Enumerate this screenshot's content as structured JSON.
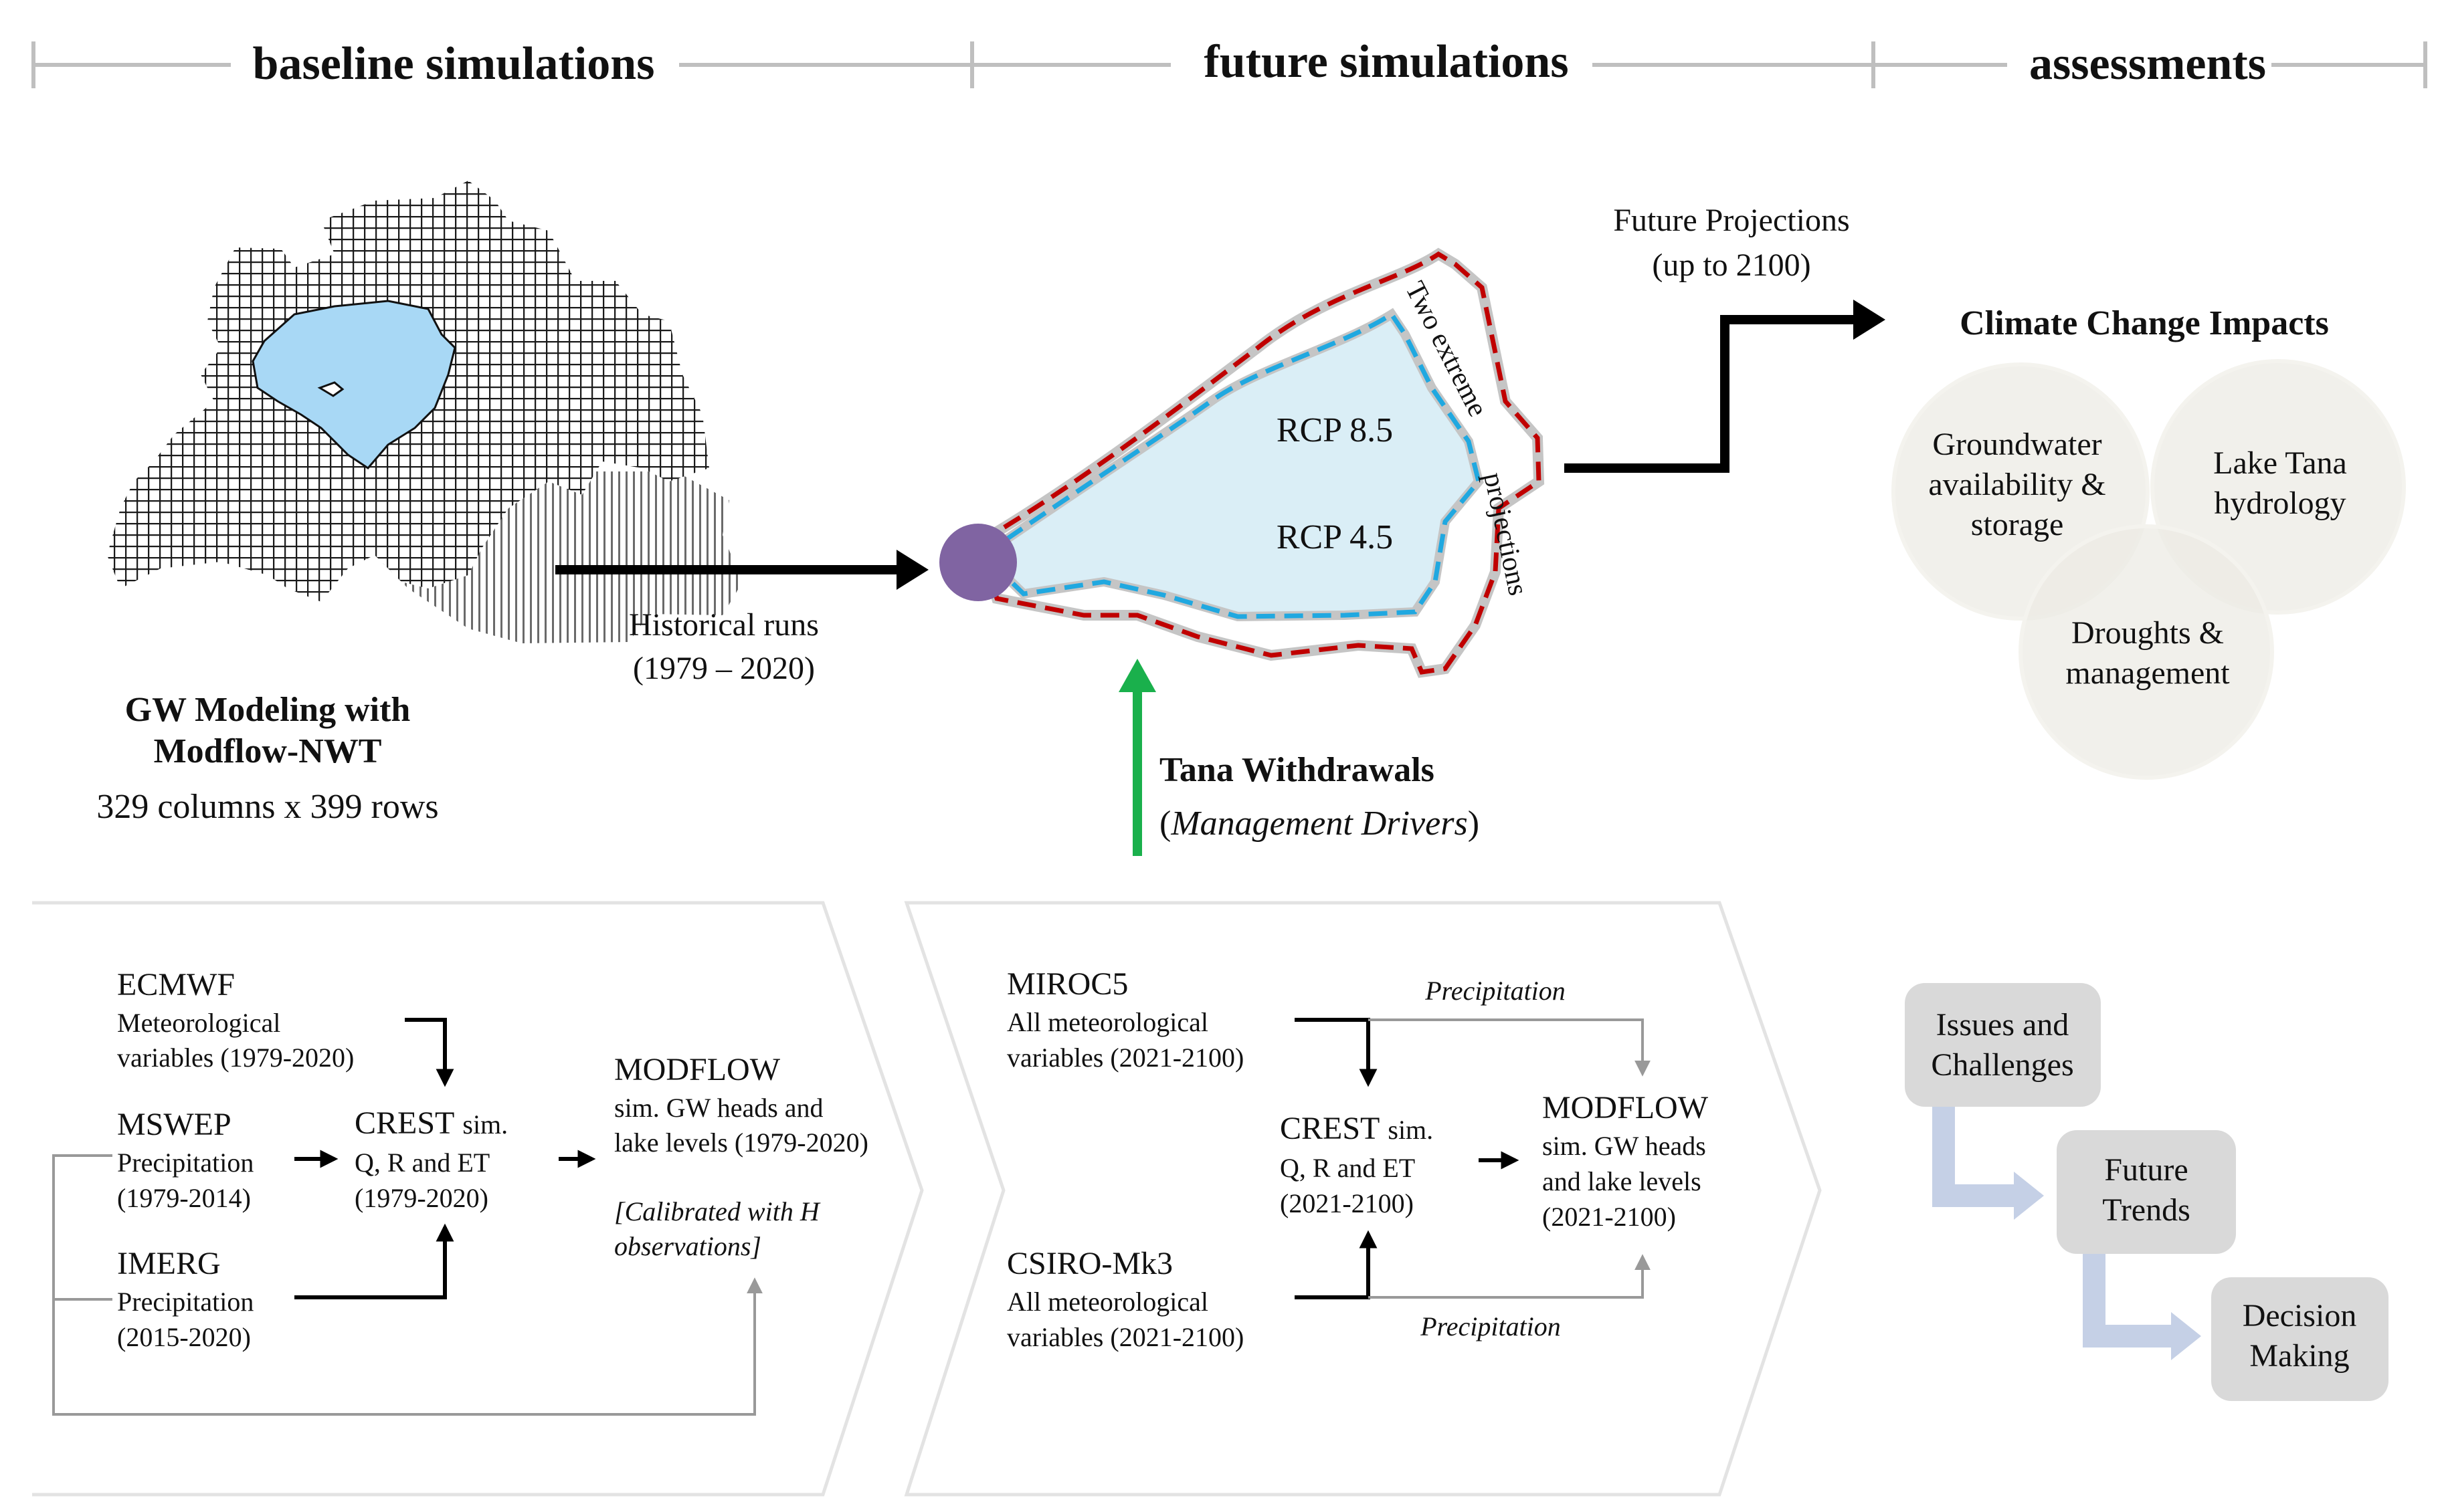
{
  "sections": {
    "baseline": "baseline simulations",
    "future": "future simulations",
    "assessments": "assessments"
  },
  "model": {
    "title_line1": "GW Modeling with",
    "title_line2": "Modflow-NWT",
    "grid": "329 columns x 399 rows"
  },
  "historical": {
    "line1": "Historical runs",
    "line2": "(1979 – 2020)"
  },
  "projection": {
    "rcp85": "RCP 8.5",
    "rcp45": "RCP 4.5",
    "note_word1": "Two extreme",
    "note_word2": "projections",
    "future_line1": "Future Projections",
    "future_line2": "(up to 2100)"
  },
  "withdrawals": {
    "title": "Tana Withdrawals",
    "open": "(",
    "subtitle": "Management Drivers",
    "close": ")"
  },
  "impacts": {
    "title": "Climate Change Impacts",
    "gw_line1": "Groundwater",
    "gw_line2": "availability &",
    "gw_line3": "storage",
    "lake_line1": "Lake Tana",
    "lake_line2": "hydrology",
    "drought_line1": "Droughts &",
    "drought_line2": "management"
  },
  "baseline_panel": {
    "ecmwf": {
      "name": "ECMWF",
      "line1": "Meteorological",
      "line2": "variables (1979-2020)"
    },
    "mswep": {
      "name": "MSWEP",
      "line1": "Precipitation",
      "line2": "(1979-2014)"
    },
    "imerg": {
      "name": "IMERG",
      "line1": "Precipitation",
      "line2": "(2015-2020)"
    },
    "crest": {
      "name": "CREST",
      "suffix": "sim.",
      "line1": "Q, R and ET",
      "line2": "(1979-2020)"
    },
    "modflow": {
      "name": "MODFLOW",
      "line1": "sim. GW heads and",
      "line2": "lake levels (1979-2020)",
      "note1": "[Calibrated with H",
      "note2": "observations]"
    }
  },
  "future_panel": {
    "miroc": {
      "name": "MIROC5",
      "line1": "All meteorological",
      "line2": "variables (2021-2100)"
    },
    "csiro": {
      "name": "CSIRO-Mk3",
      "line1": "All meteorological",
      "line2": "variables (2021-2100)"
    },
    "crest": {
      "name": "CREST",
      "suffix": "sim.",
      "line1": "Q, R and ET",
      "line2": "(2021-2100)"
    },
    "modflow": {
      "name": "MODFLOW",
      "line1": "sim. GW heads",
      "line2": "and lake levels",
      "line3": "(2021-2100)"
    },
    "precip_top": "Precipitation",
    "precip_bottom": "Precipitation"
  },
  "flow": {
    "step1_line1": "Issues and",
    "step1_line2": "Challenges",
    "step2_line1": "Future",
    "step2_line2": "Trends",
    "step3_line1": "Decision",
    "step3_line2": "Making"
  },
  "colors": {
    "lake": "#a8d8f5",
    "projection_fill": "#daeef6",
    "rcp_outer": "#c00000",
    "rcp_inner": "#20a8e0",
    "node": "#8064a2",
    "withdrawal_arrow": "#1ab04c",
    "impact_circle": "#ecebe4",
    "flow_box": "#d9d9d9",
    "flow_arrow": "#c5d0e6"
  },
  "icons": {
    "basin_map": "basin-grid-map",
    "node": "start-node-circle"
  }
}
